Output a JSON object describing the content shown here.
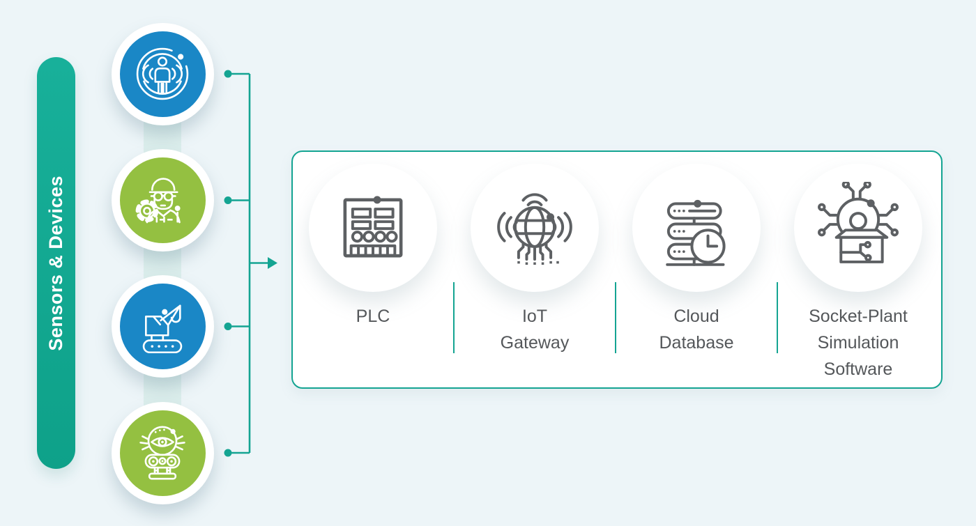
{
  "diagram": {
    "type": "flow-infographic",
    "sidebar": {
      "label": "Sensors & Devices"
    },
    "sensors": [
      {
        "name": "human-presence-sensor",
        "circle_color": "#1a87c6"
      },
      {
        "name": "maintenance-engineer",
        "circle_color": "#94c041"
      },
      {
        "name": "crane-machinery",
        "circle_color": "#1a87c6"
      },
      {
        "name": "machine-vision-robot",
        "circle_color": "#94c041"
      }
    ],
    "systems": [
      {
        "id": "plc",
        "lines": [
          "PLC"
        ]
      },
      {
        "id": "iot-gateway",
        "lines": [
          "IoT",
          "Gateway"
        ]
      },
      {
        "id": "cloud-database",
        "lines": [
          "Cloud",
          "Database"
        ]
      },
      {
        "id": "socket-plant",
        "lines": [
          "Socket-Plant",
          "Simulation",
          "Software"
        ]
      }
    ],
    "colors": {
      "background": "#edf5f8",
      "teal": "#14a492",
      "pill_top": "#18b09a",
      "pill_bottom": "#0ea189",
      "blue": "#1a87c6",
      "green": "#94c041",
      "band": "#dceeec",
      "icon_gray": "#5d6063",
      "label_gray": "#54575a"
    }
  }
}
